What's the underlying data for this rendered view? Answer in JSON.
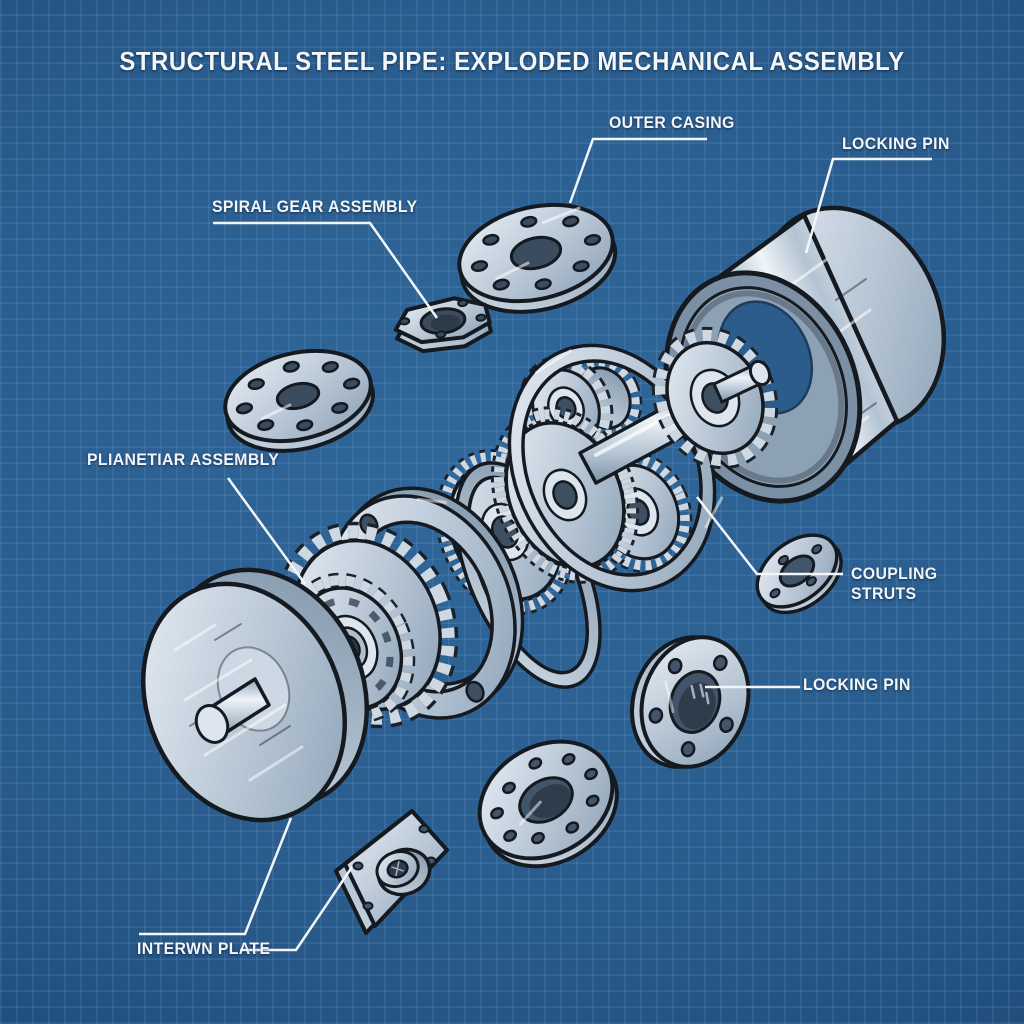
{
  "title": "STRUCTURAL STEEL PIPE: EXPLODED MECHANICAL ASSEMBLY",
  "labels": {
    "outer_casing": "OUTER CASING",
    "locking_pin_top": "LOCKING PIN",
    "spiral_gear_assembly": "SPIRAL GEAR ASSEMBLY",
    "planetary_assembly": "PLIANETIAR ASSEMBLY",
    "coupling_struts": "COUPLING STRUTS",
    "locking_pin_bottom": "LOCKING PIN",
    "internal_plate": "INTERWN PLATE"
  },
  "colors": {
    "background_blue": "#2a5d8e",
    "background_edge": "#173c61",
    "grid_line": "#85b6e2",
    "steel_light": "#e8eef5",
    "steel_mid": "#b9c8d6",
    "steel_shadow": "#8aa0b5",
    "steel_dark": "#64798d",
    "hole_interior": "#3e4f61",
    "outline": "#151a21",
    "label_text": "#f2f6fa",
    "leader_line": "#f2f6fa"
  }
}
